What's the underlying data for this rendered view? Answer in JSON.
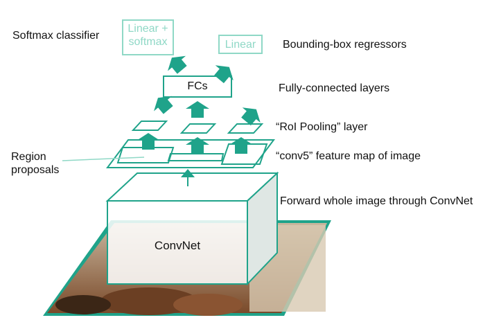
{
  "labels": {
    "softmax_classifier": "Softmax classifier",
    "bbox_regressors": "Bounding-box regressors",
    "fc_layers": "Fully-connected layers",
    "roi_pooling": "“RoI Pooling” layer",
    "conv5": "“conv5” feature map of image",
    "forward": "Forward whole image through ConvNet",
    "region_line1": "Region",
    "region_line2": "proposals"
  },
  "boxes": {
    "linear_softmax_line1": "Linear +",
    "linear_softmax_line2": "softmax",
    "linear": "Linear",
    "fcs": "FCs",
    "convnet": "ConvNet"
  },
  "colors": {
    "accent": "#1fa38a",
    "accent_light": "#8fd8c6",
    "text": "#111111"
  }
}
